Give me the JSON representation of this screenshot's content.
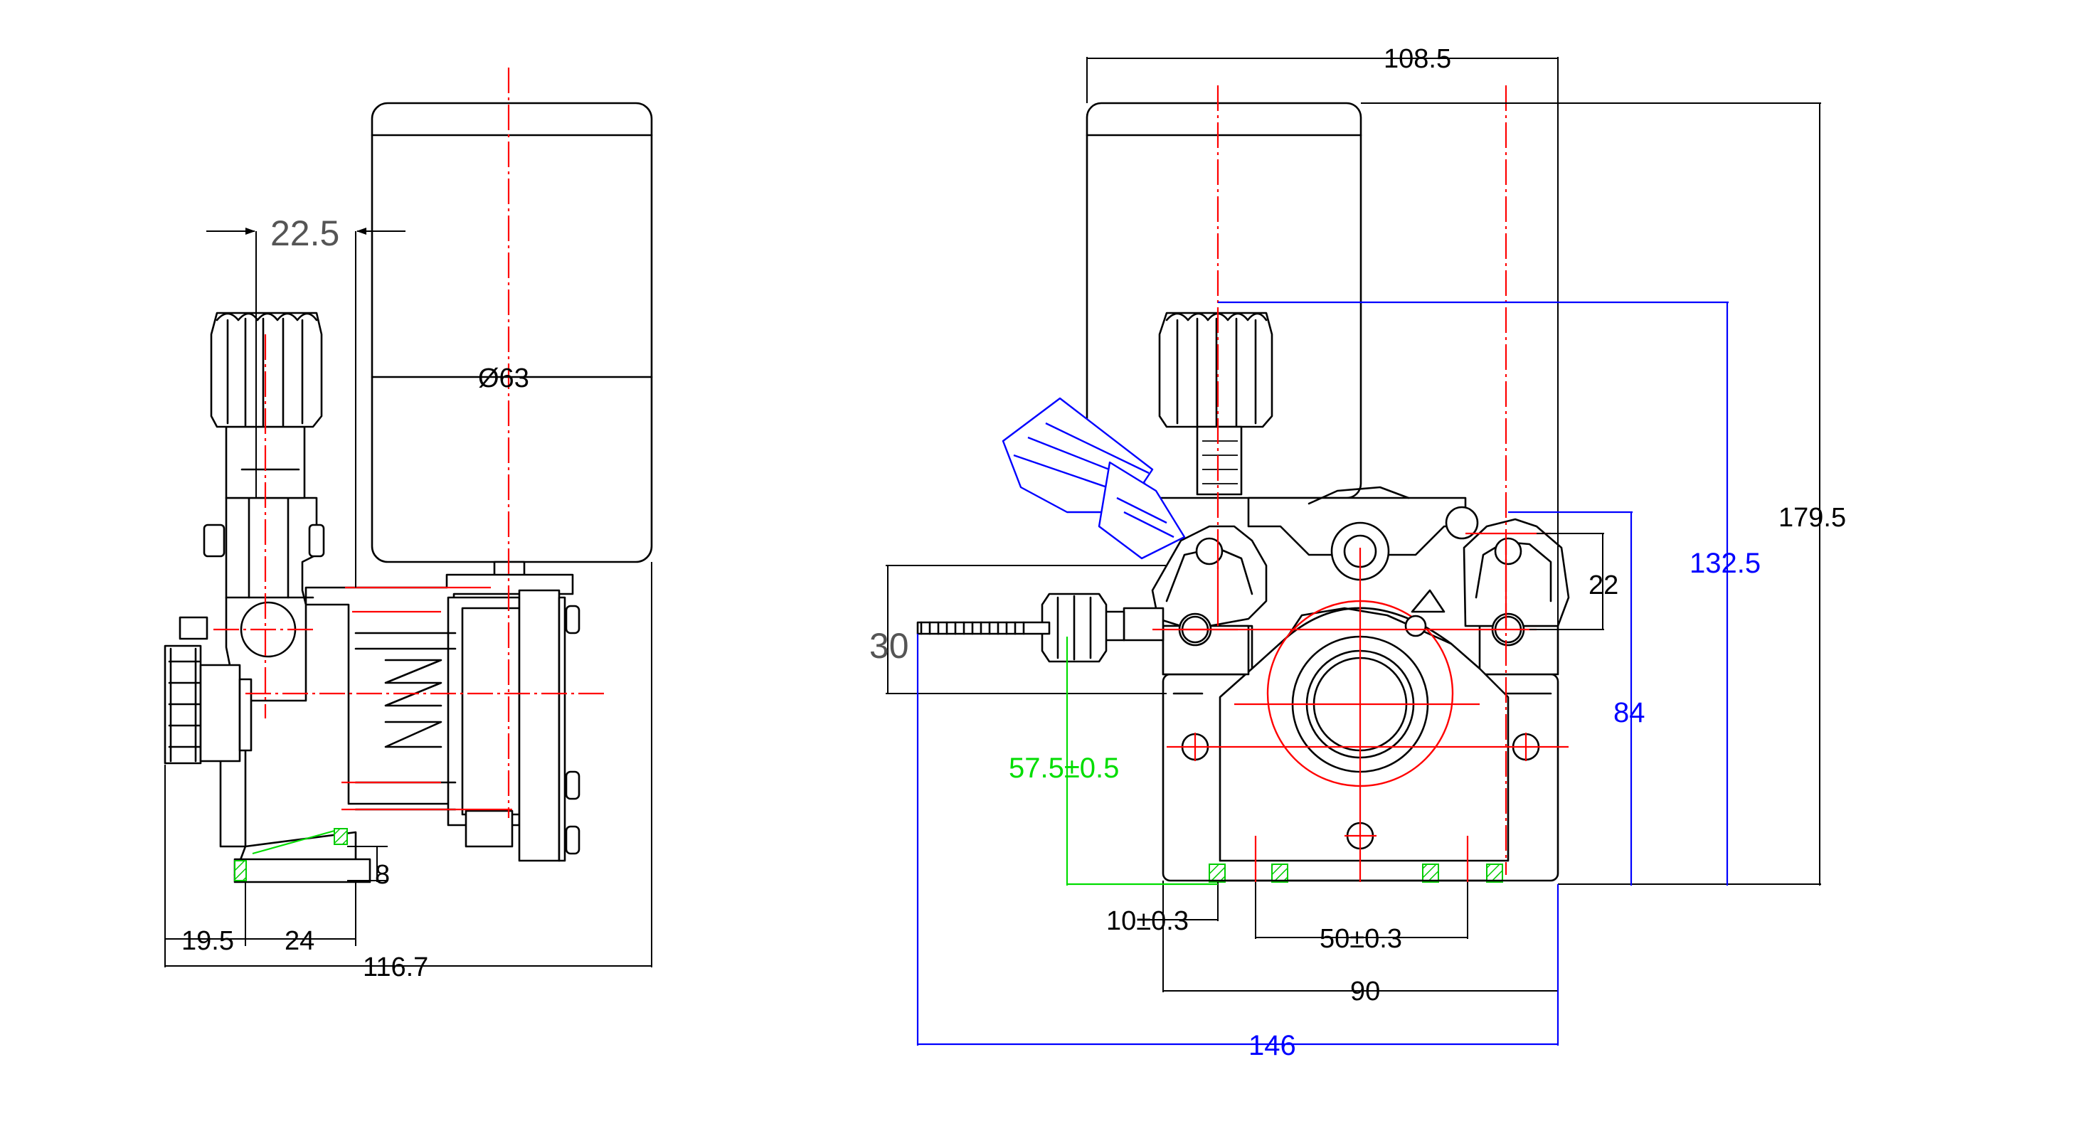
{
  "drawing": {
    "side_view": {
      "dim_22_5": "22.5",
      "dim_dia63": "Ø63",
      "dim_8": "8",
      "dim_19_5": "19.5",
      "dim_24": "24",
      "dim_116_7": "116.7"
    },
    "front_view": {
      "dim_108_5": "108.5",
      "dim_179_5": "179.5",
      "dim_132_5": "132.5",
      "dim_22": "22",
      "dim_84": "84",
      "dim_30": "30",
      "dim_57_5": "57.5±0.5",
      "dim_10": "10±0.3",
      "dim_50": "50±0.3",
      "dim_90": "90",
      "dim_146": "146"
    },
    "colors": {
      "outline": "#000000",
      "centerline": "#ff0000",
      "dimension_blue": "#0000ff",
      "dimension_green": "#00dd00",
      "hatch": "#00cc00"
    }
  }
}
